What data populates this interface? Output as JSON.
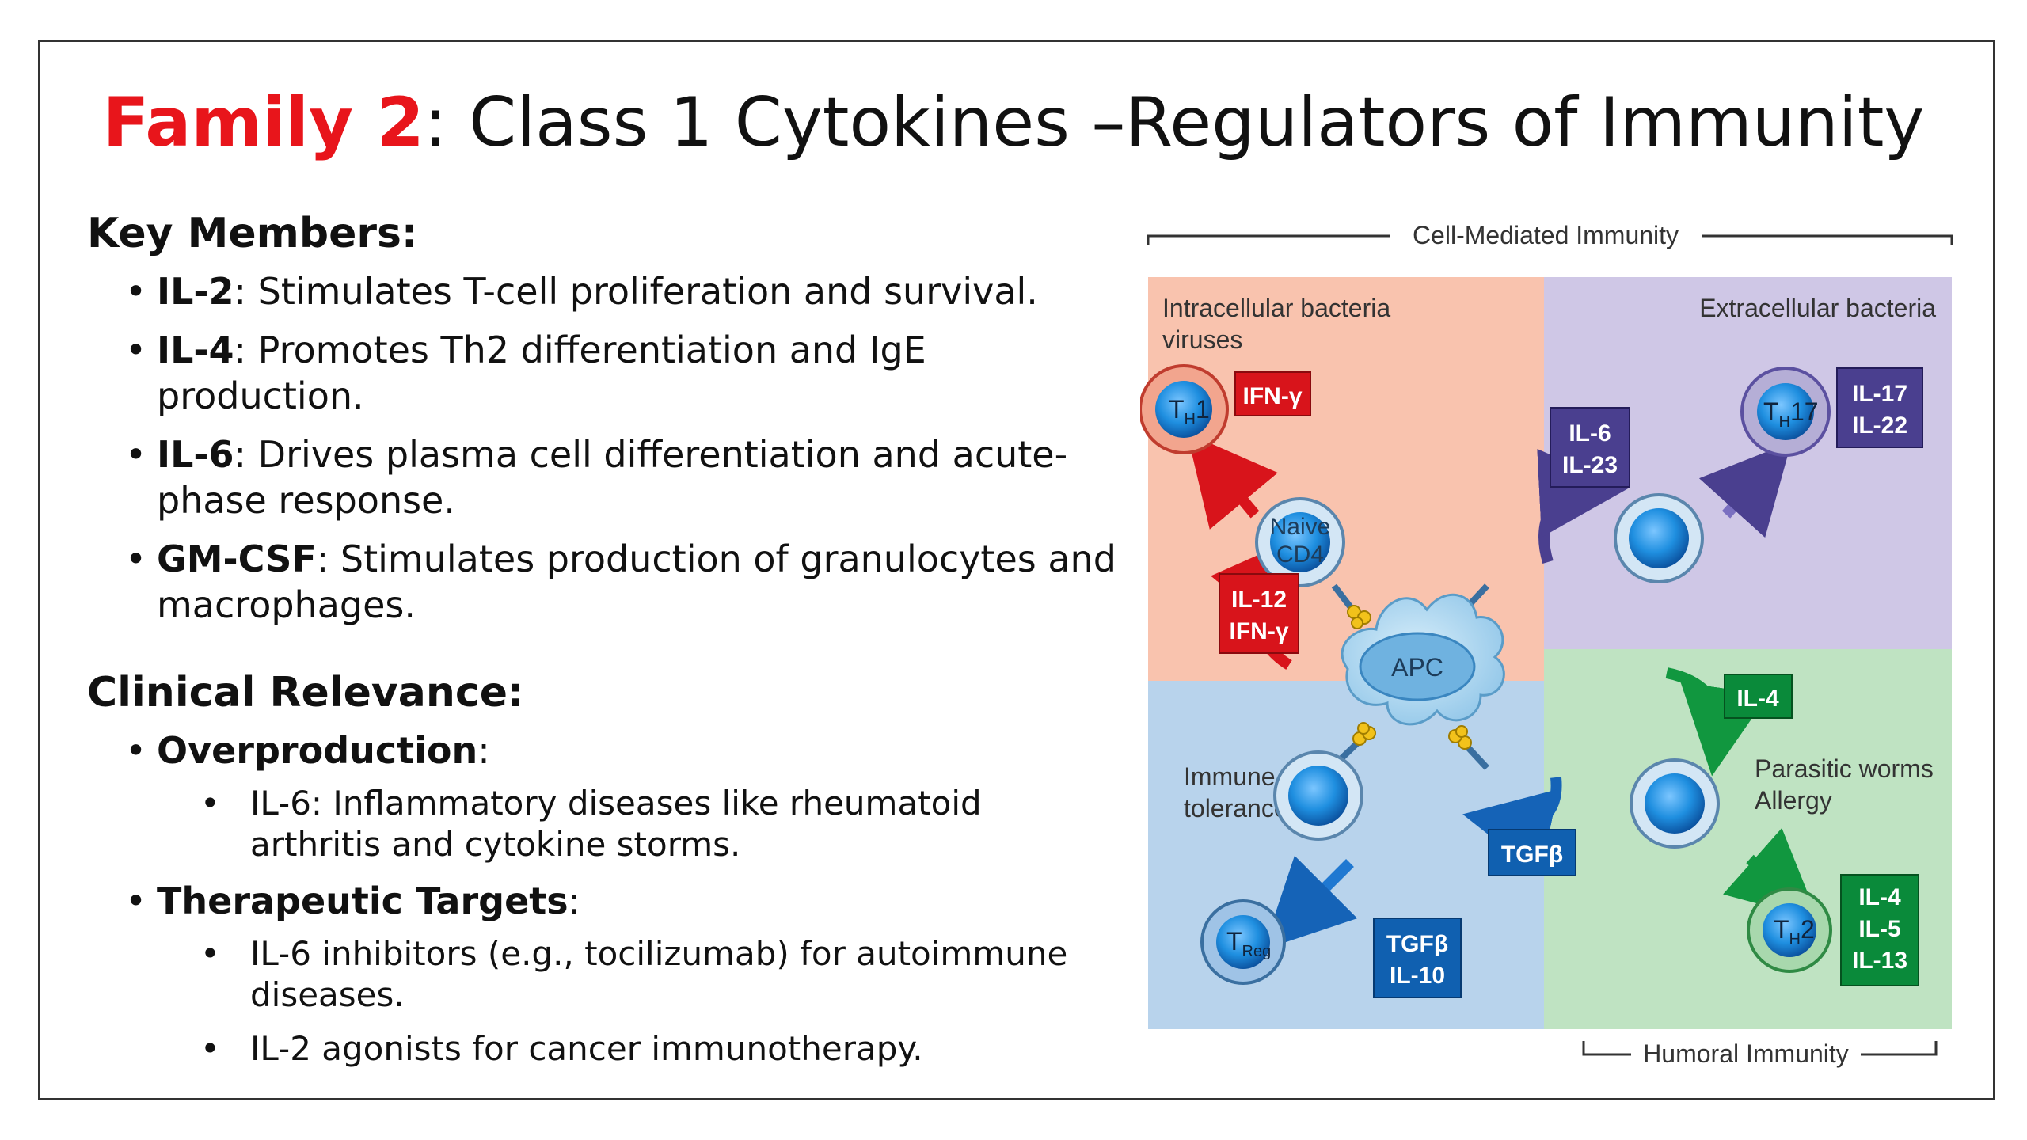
{
  "title": {
    "highlight": "Family 2",
    "rest": ": Class 1 Cytokines –Regulators of Immunity"
  },
  "key_members": {
    "heading": "Key Members:",
    "items": [
      {
        "name": "IL-2",
        "desc": ": Stimulates T-cell proliferation and survival."
      },
      {
        "name": "IL-4",
        "desc": ": Promotes Th2 differentiation and IgE production."
      },
      {
        "name": "IL-6",
        "desc": ": Drives plasma cell differentiation and acute-phase response."
      },
      {
        "name": "GM-CSF",
        "desc": ": Stimulates production of granulocytes and macrophages."
      }
    ]
  },
  "clinical": {
    "heading": "Clinical Relevance:",
    "overproduction": {
      "name": "Overproduction",
      "suffix": ":",
      "items": [
        "IL-6: Inflammatory diseases like rheumatoid arthritis and cytokine storms."
      ]
    },
    "therapeutic": {
      "name": "Therapeutic Targets",
      "suffix": ":",
      "items": [
        "IL-6 inhibitors (e.g., tocilizumab) for autoimmune diseases.",
        "IL-2 agonists for cancer immunotherapy."
      ]
    }
  },
  "diagram": {
    "cell_mediated": "Cell-Mediated Immunity",
    "humoral": "Humoral Immunity",
    "quadrants": {
      "intracellular": [
        "Intracellular bacteria",
        "viruses"
      ],
      "extracellular": [
        "Extracellular bacteria"
      ],
      "tolerance": [
        "Immune",
        "tolerance"
      ],
      "parasitic": [
        "Parasitic worms",
        "Allergy"
      ]
    },
    "apc": "APC",
    "naive": [
      "Naive",
      "CD4"
    ],
    "cells": {
      "th1": "1",
      "th17": "17",
      "th2": "2",
      "treg": "Reg"
    },
    "cytokines": {
      "ifng": [
        "IFN-γ"
      ],
      "il12": [
        "IL-12",
        "IFN-γ"
      ],
      "il6": [
        "IL-6",
        "IL-23"
      ],
      "il17": [
        "IL-17",
        "IL-22"
      ],
      "il4": [
        "IL-4"
      ],
      "tgfb": [
        "TGFβ"
      ],
      "tgfb_il10": [
        "TGFβ",
        "IL-10"
      ],
      "il4513": [
        "IL-4",
        "IL-5",
        "IL-13"
      ]
    },
    "colors": {
      "red": "#e31e24",
      "purple": "#4a3f8f",
      "green": "#0a8a3a",
      "blue": "#1060b0",
      "cell_blue": "#1f8fe0"
    }
  }
}
